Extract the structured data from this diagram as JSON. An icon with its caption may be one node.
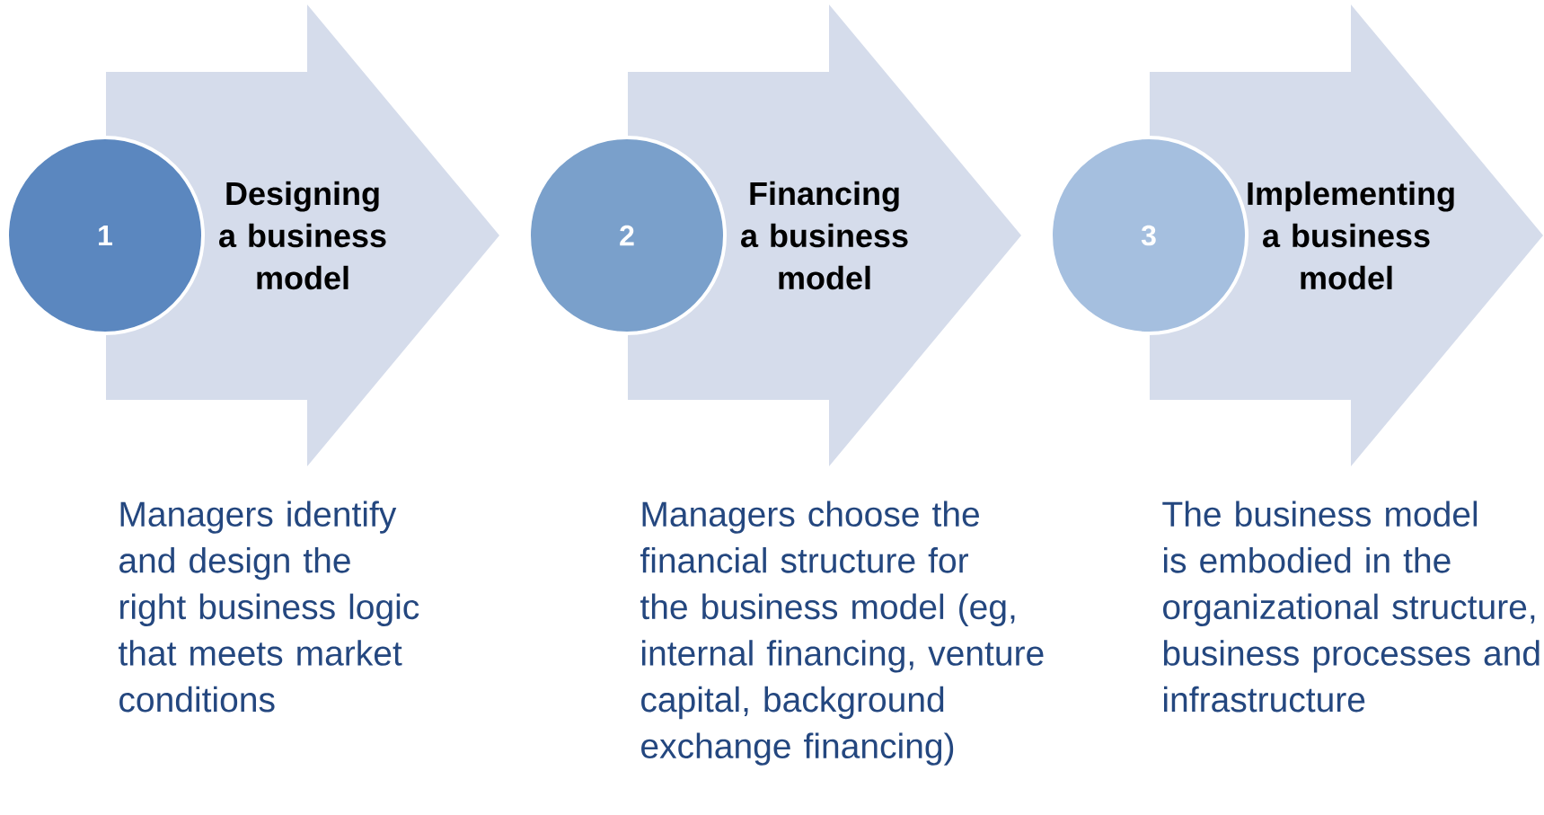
{
  "diagram": {
    "nodes": [
      {
        "text": [
          "Designing a business model"
        ],
        "beside": [
          "Managers identify and design the right business logic that meets market conditions"
        ]
      },
      {
        "text": [
          "1"
        ]
      },
      {
        "text": [
          "Financing a business model"
        ],
        "beside": [
          "Managers choose the financial structure for the business model (eg, internal financing, venture capital, background exchange financing)"
        ]
      },
      {
        "text": [
          "2"
        ]
      },
      {
        "text": [
          "Implementing a business model"
        ],
        "beside": [
          "The business model is embodied in the organizational structure, business processes and infrastructure"
        ]
      },
      {
        "text": [
          "3"
        ]
      }
    ]
  }
}
